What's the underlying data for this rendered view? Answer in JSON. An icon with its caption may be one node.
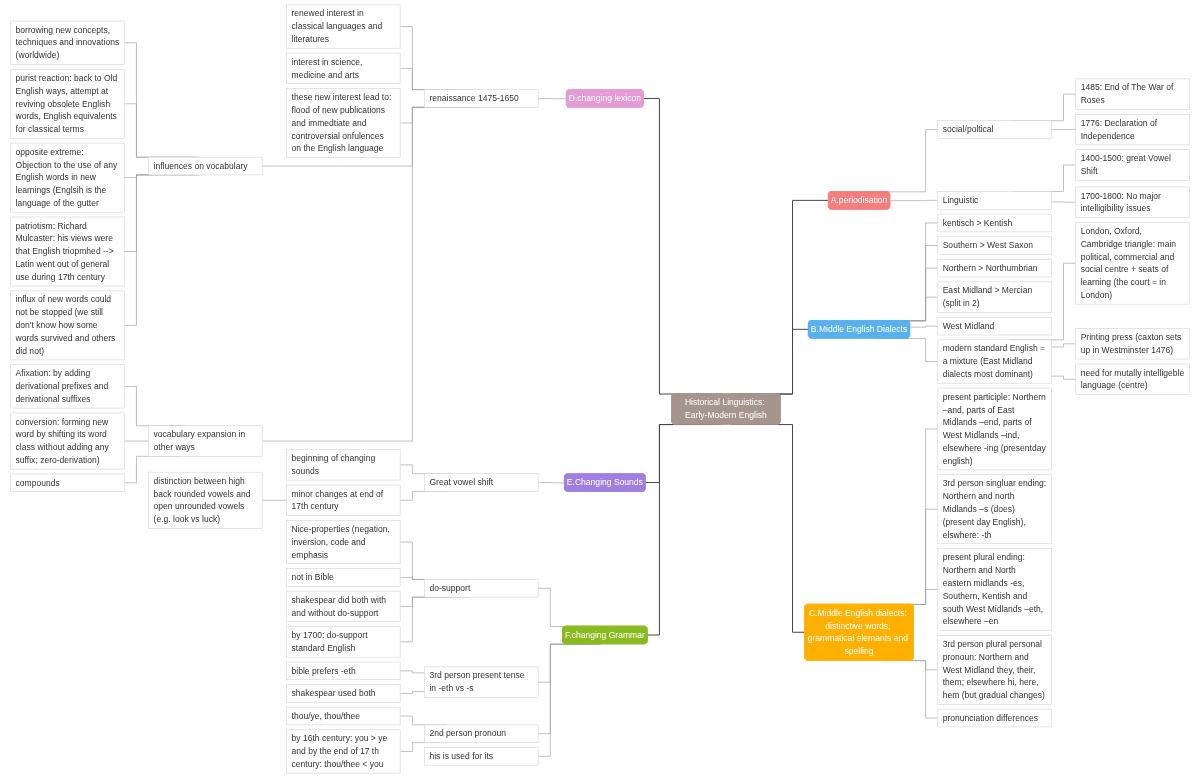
{
  "diagram": {
    "nodes": [
      {
        "text": [
          "Historical Linguistics: Early-Modern English"
        ]
      },
      {
        "text": [
          "A.periodisation"
        ]
      },
      {
        "text": [
          "social/poltical"
        ]
      },
      {
        "text": [
          "1485: End of The War of Roses"
        ]
      },
      {
        "text": [
          "1776: Declaration of Independence"
        ]
      },
      {
        "text": [
          "Linguistic"
        ]
      },
      {
        "text": [
          "1400-1500: great Vowel Shift"
        ]
      },
      {
        "text": [
          "1700-1800: No major intelligibility issues"
        ]
      },
      {
        "text": [
          "B.Middle English Dialects"
        ]
      },
      {
        "text": [
          "kentisch > Kentish"
        ]
      },
      {
        "text": [
          "Southern > West Saxon"
        ]
      },
      {
        "text": [
          "Northern > Northumbrian"
        ]
      },
      {
        "text": [
          "East Midland > Mercian (split in 2)"
        ]
      },
      {
        "text": [
          "West Midland"
        ]
      },
      {
        "text": [
          "modern standard English = a mixture (East Midland dialects most dominant)"
        ]
      },
      {
        "text": [
          "London, Oxford, Cambridge triangle: main political, commercial and social centre + seats of learning (the court = in London)"
        ]
      },
      {
        "text": [
          "Printing press (caxton sets up in Westminster 1476)"
        ]
      },
      {
        "text": [
          "need for mutally intelligeble language (centre)"
        ]
      },
      {
        "text": [
          "C.Middle English dialects: distinctive words, grammatical elemants and spelling"
        ]
      },
      {
        "text": [
          "present participle: Northern –and, parts of East Midlands –end, parts of West Midlands –ind, elsewhere -ing (presentday english)"
        ]
      },
      {
        "text": [
          "3rd person singluar ending: Northern and north Midlands –s (does) (present day English), elswhere: -th"
        ]
      },
      {
        "text": [
          "present plural ending: Northern and North eastern midlands -es, Southern, Kentish and south West Midlands –eth, elsewhere –en"
        ]
      },
      {
        "text": [
          "3rd person plural personal pronoun: Northern and West Midland they, their, them; elsewhere hi, here, hem (but gradual changes)"
        ]
      },
      {
        "text": [
          "pronunciation differences"
        ]
      },
      {
        "text": [
          "D.changing lexicon"
        ]
      },
      {
        "text": [
          "renaissance 1475-1650"
        ]
      },
      {
        "text": [
          "renewed interest in classical languages and literatures"
        ]
      },
      {
        "text": [
          "interest in science, medicine and arts"
        ]
      },
      {
        "text": [
          "these new interest lead to: flood of new publications and immedtiate and controversial onfulences on the English language"
        ]
      },
      {
        "text": [
          "influences on vocabulary"
        ]
      },
      {
        "text": [
          "borrowing new concepts, techniques and innovations (worldwide)"
        ]
      },
      {
        "text": [
          "purist reaction: back to Old English ways, attempt at reviving obsolete English words, English equivalents for classical terms"
        ]
      },
      {
        "text": [
          "opposite extreme: Objection to the use of any English words in new learnings (Englsih is the language of the gutter"
        ]
      },
      {
        "text": [
          "patriotism: Richard Mulcaster: his views were that English triopmhed --> Latin went out of general use during 17th century"
        ]
      },
      {
        "text": [
          "influx of new words could not be stopped (we still don't know how some words survived and others did not)"
        ]
      },
      {
        "text": [
          "vocabulary expansion in other ways"
        ]
      },
      {
        "text": [
          "Afixation: by adding derivational prefixes and derivational suffixes"
        ]
      },
      {
        "text": [
          "conversion: forming new word by shifting its word class without adding any suffix; zero-derivation)"
        ]
      },
      {
        "text": [
          "compounds"
        ]
      },
      {
        "text": [
          "E.Changing Sounds"
        ]
      },
      {
        "text": [
          "Great vowel shift"
        ]
      },
      {
        "text": [
          "beginning of changing sounds"
        ]
      },
      {
        "text": [
          "minor changes at end of 17th century"
        ]
      },
      {
        "text": [
          "distinction between high back rounded vowels and open unrounded vowels (e.g. look vs luck)"
        ]
      },
      {
        "text": [
          "F.changing Grammar"
        ]
      },
      {
        "text": [
          "do-support"
        ]
      },
      {
        "text": [
          "Nice-properties (negation, inversion, code and emphasis"
        ]
      },
      {
        "text": [
          "not in Bible"
        ]
      },
      {
        "text": [
          "shakespear did both with and without do-support"
        ]
      },
      {
        "text": [
          "by 1700: do-support standard English"
        ]
      },
      {
        "text": [
          "3rd person present tense in -eth vs -s"
        ]
      },
      {
        "text": [
          "bible prefers -eth"
        ]
      },
      {
        "text": [
          "shakespear used both"
        ]
      },
      {
        "text": [
          "2nd person pronoun"
        ]
      },
      {
        "text": [
          "thou/ye, thou/thee"
        ]
      },
      {
        "text": [
          "by 16th century: you > ye and by the end of 17 th century: thou/thee < you"
        ]
      },
      {
        "text": [
          "his is used for its"
        ]
      }
    ],
    "edges": [
      {
        "from": 0,
        "to": 1,
        "arrow": "none",
        "color": "#444444"
      },
      {
        "from": 1,
        "to": 2,
        "arrow": "none"
      },
      {
        "from": 2,
        "to": 3,
        "arrow": "none"
      },
      {
        "from": 2,
        "to": 4,
        "arrow": "none"
      },
      {
        "from": 1,
        "to": 5,
        "arrow": "none"
      },
      {
        "from": 5,
        "to": 6,
        "arrow": "none"
      },
      {
        "from": 5,
        "to": 7,
        "arrow": "none"
      },
      {
        "from": 0,
        "to": 8,
        "arrow": "none",
        "color": "#444444"
      },
      {
        "from": 8,
        "to": 9,
        "arrow": "none"
      },
      {
        "from": 8,
        "to": 10,
        "arrow": "none"
      },
      {
        "from": 8,
        "to": 11,
        "arrow": "none"
      },
      {
        "from": 8,
        "to": 12,
        "arrow": "none"
      },
      {
        "from": 8,
        "to": 13,
        "arrow": "none"
      },
      {
        "from": 8,
        "to": 14,
        "arrow": "none"
      },
      {
        "from": 14,
        "to": 15,
        "arrow": "none"
      },
      {
        "from": 14,
        "to": 16,
        "arrow": "none"
      },
      {
        "from": 14,
        "to": 17,
        "arrow": "none"
      },
      {
        "from": 0,
        "to": 18,
        "arrow": "none",
        "color": "#444444"
      },
      {
        "from": 18,
        "to": 19,
        "arrow": "none"
      },
      {
        "from": 18,
        "to": 20,
        "arrow": "none"
      },
      {
        "from": 18,
        "to": 21,
        "arrow": "none"
      },
      {
        "from": 18,
        "to": 22,
        "arrow": "none"
      },
      {
        "from": 18,
        "to": 23,
        "arrow": "none"
      },
      {
        "from": 24,
        "to": 0,
        "arrow": "none",
        "color": "#444444"
      },
      {
        "from": 25,
        "to": 24,
        "arrow": "none"
      },
      {
        "from": 26,
        "to": 25,
        "arrow": "none"
      },
      {
        "from": 27,
        "to": 25,
        "arrow": "none"
      },
      {
        "from": 28,
        "to": 25,
        "arrow": "none"
      },
      {
        "from": 29,
        "to": 25,
        "arrow": "none"
      },
      {
        "from": 30,
        "to": 29,
        "arrow": "none"
      },
      {
        "from": 31,
        "to": 29,
        "arrow": "none"
      },
      {
        "from": 32,
        "to": 29,
        "arrow": "none"
      },
      {
        "from": 33,
        "to": 29,
        "arrow": "none"
      },
      {
        "from": 34,
        "to": 29,
        "arrow": "none"
      },
      {
        "from": 35,
        "to": 25,
        "arrow": "none"
      },
      {
        "from": 36,
        "to": 35,
        "arrow": "none"
      },
      {
        "from": 37,
        "to": 35,
        "arrow": "none"
      },
      {
        "from": 38,
        "to": 35,
        "arrow": "none"
      },
      {
        "from": 39,
        "to": 0,
        "arrow": "none",
        "color": "#444444"
      },
      {
        "from": 40,
        "to": 39,
        "arrow": "none"
      },
      {
        "from": 41,
        "to": 40,
        "arrow": "none"
      },
      {
        "from": 42,
        "to": 40,
        "arrow": "none"
      },
      {
        "from": 43,
        "to": 42,
        "arrow": "none"
      },
      {
        "from": 44,
        "to": 0,
        "arrow": "none",
        "color": "#444444"
      },
      {
        "from": 45,
        "to": 44,
        "arrow": "none"
      },
      {
        "from": 46,
        "to": 45,
        "arrow": "none"
      },
      {
        "from": 47,
        "to": 45,
        "arrow": "none"
      },
      {
        "from": 48,
        "to": 45,
        "arrow": "none"
      },
      {
        "from": 49,
        "to": 45,
        "arrow": "none"
      },
      {
        "from": 50,
        "to": 44,
        "arrow": "none"
      },
      {
        "from": 51,
        "to": 50,
        "arrow": "none"
      },
      {
        "from": 52,
        "to": 50,
        "arrow": "none"
      },
      {
        "from": 53,
        "to": 44,
        "arrow": "none"
      },
      {
        "from": 54,
        "to": 53,
        "arrow": "none"
      },
      {
        "from": 55,
        "to": 53,
        "arrow": "none"
      },
      {
        "from": 56,
        "to": 44,
        "arrow": "none"
      }
    ]
  }
}
